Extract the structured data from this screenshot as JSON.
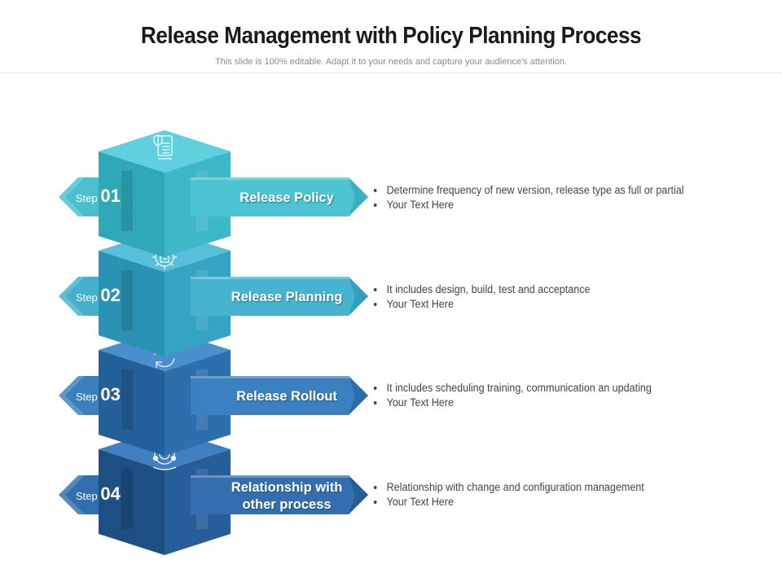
{
  "title": "Release Management with Policy Planning Process",
  "subtitle": "This slide is 100% editable. Adapt it to your needs and capture your audience's attention.",
  "steps": [
    {
      "prefix": "Step",
      "number": "01",
      "label": [
        "Release Policy"
      ],
      "icon": "document-shield-icon",
      "bullets": [
        "Determine frequency of new version, release type as full or partial",
        "Your Text Here"
      ],
      "colors": {
        "top": "#5fd0de",
        "left": "#2fa8b8",
        "right": "#3db8c6",
        "front": "#4cc4d2",
        "band": "#1e9aac",
        "tag": "#4cbfce"
      }
    },
    {
      "prefix": "Step",
      "number": "02",
      "label": [
        "Release Planning"
      ],
      "icon": "gear-document-icon",
      "bullets": [
        "It includes design, build, test and acceptance",
        "Your Text Here"
      ],
      "colors": {
        "top": "#58bfdb",
        "left": "#2a93b3",
        "right": "#35a3c2",
        "front": "#46b4d0",
        "band": "#1d86a5",
        "tag": "#45b0cc"
      }
    },
    {
      "prefix": "Step",
      "number": "03",
      "label": [
        "Release Rollout"
      ],
      "icon": "refresh-cycle-icon",
      "bullets": [
        "It includes scheduling training, communication an updating",
        "Your Text Here"
      ],
      "colors": {
        "top": "#4a8fcd",
        "left": "#235f99",
        "right": "#2d6fab",
        "front": "#3b80c0",
        "band": "#1c5288",
        "tag": "#3c7fbd"
      }
    },
    {
      "prefix": "Step",
      "number": "04",
      "label": [
        "Relationship with",
        "other process"
      ],
      "icon": "network-process-icon",
      "bullets": [
        "Relationship with change and configuration management",
        "Your Text Here"
      ],
      "colors": {
        "top": "#3f7fc2",
        "left": "#1d4f85",
        "right": "#265e9a",
        "front": "#336fb0",
        "band": "#17477a",
        "tag": "#326eae"
      }
    }
  ]
}
